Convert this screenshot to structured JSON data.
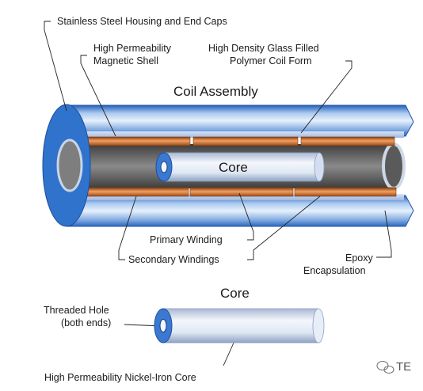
{
  "title": "Coil Assembly",
  "labels": {
    "housing": "Stainless Steel Housing and End Caps",
    "shell_line1": "High Permeability",
    "shell_line2": "Magnetic Shell",
    "form_line1": "High Density Glass Filled",
    "form_line2": "Polymer Coil Form",
    "core_center": "Core",
    "primary": "Primary Winding",
    "secondary": "Secondary Windings",
    "epoxy_line1": "Epoxy",
    "epoxy_line2": "Encapsulation",
    "core_heading": "Core",
    "threaded_line1": "Threaded Hole",
    "threaded_line2": "(both ends)",
    "core_material": "High Permeability Nickel-Iron Core"
  },
  "watermark": "TE",
  "colors": {
    "housing": "#3d7fd3",
    "copper": "#c9692b",
    "core": "#e8eef8",
    "bore": "#6e6e6e"
  },
  "icons": [
    "wechat-icon"
  ]
}
